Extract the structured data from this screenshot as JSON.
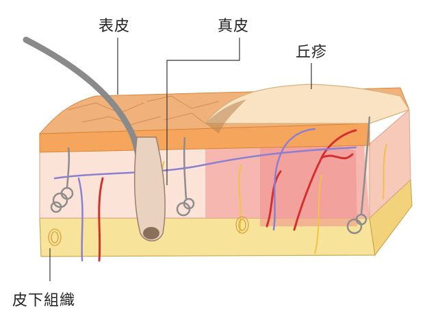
{
  "labels": {
    "epidermis": "表皮",
    "dermis": "真皮",
    "papule": "丘疹",
    "subcutis": "皮下組織"
  },
  "colors": {
    "epidermis_top": "#f0b27a",
    "epidermis_side": "#f5a65c",
    "dermis": "#fbd9cc",
    "subcutis": "#f7e39a",
    "papule": "#f9e3c3",
    "inflammation": "#f3a5a5",
    "hair": "#8a8a8a",
    "artery": "#d32f2f",
    "vein": "#8a7fd1",
    "nerve": "#f2c244",
    "leader_line": "#333333"
  },
  "icons": [
    "hair-shaft-icon",
    "sweat-gland-icon",
    "hair-follicle-icon",
    "pacinian-corpuscle-icon"
  ]
}
